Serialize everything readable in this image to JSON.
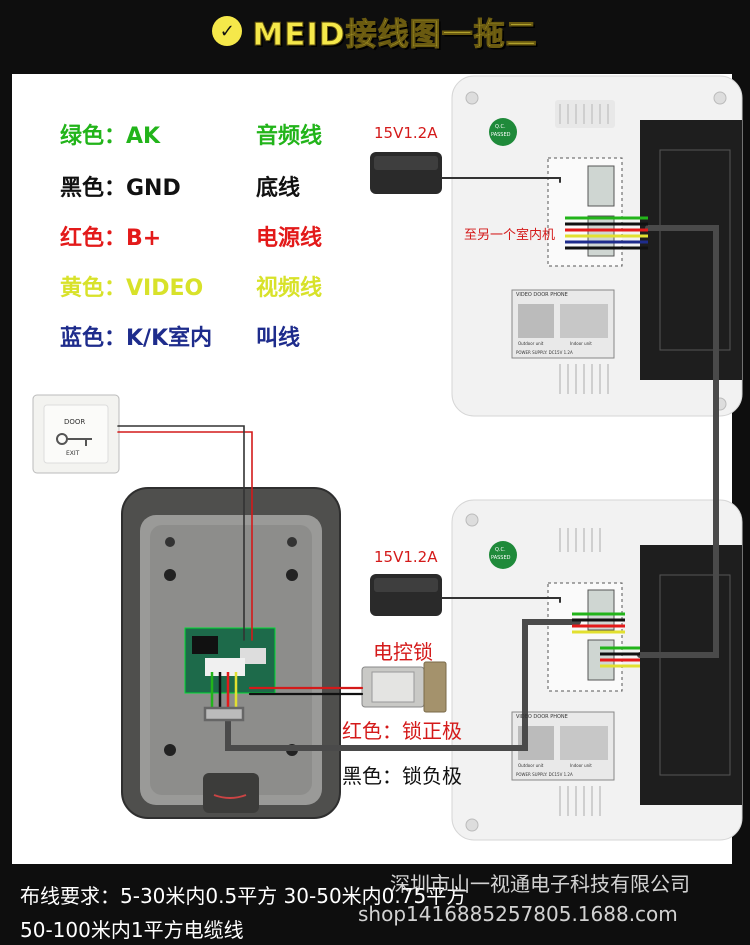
{
  "title": {
    "text": "MEID接线图一拖二",
    "check_symbol": "✓"
  },
  "legend": [
    {
      "label": "绿色：AK",
      "desc": "音频线",
      "color": "#22b41a"
    },
    {
      "label": "黑色：GND",
      "desc": "底线",
      "color": "#111111"
    },
    {
      "label": "红色：B+",
      "desc": "电源线",
      "color": "#e31a1a"
    },
    {
      "label": "黄色：VIDEO",
      "desc": "视频线",
      "color": "#d8e22a"
    },
    {
      "label": "蓝色：K/K室内",
      "desc": "叫线",
      "color": "#1e2c8c"
    }
  ],
  "adapter_top": {
    "label": "15V1.2A"
  },
  "adapter_bottom": {
    "label": "15V1.2A"
  },
  "to_other_unit": "至另一个室内机",
  "lock": {
    "label": "电控锁",
    "red": "红色：锁正极",
    "black": "黑色：锁负极"
  },
  "exit_button": {
    "line1": "DOOR",
    "line2": "EXIT"
  },
  "monitor_badge": {
    "line1": "Q.C.",
    "line2": "PASSED"
  },
  "monitor_sticker": {
    "title": "VIDEO DOOR PHONE",
    "left": "Outdoor unit",
    "right": "Indoor unit",
    "footer": "POWER SUPPLY: DC15V 1.2A"
  },
  "footer": {
    "line1": "布线要求：5-30米内0.5平方 30-50米内0.75平方",
    "line2": "50-100米内1平方电缆线"
  },
  "watermark": {
    "company": "深圳市山一视通电子科技有限公司",
    "shop": "shop1416885257805.1688.com"
  }
}
